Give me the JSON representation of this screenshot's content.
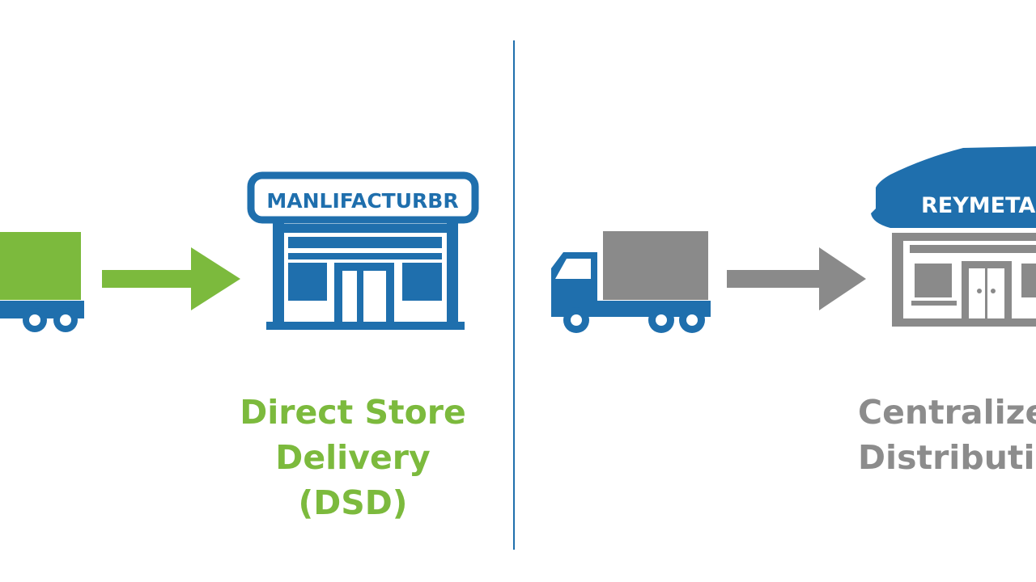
{
  "colors": {
    "green": "#7cba3d",
    "blue": "#1f6fad",
    "gray": "#8a8a8a",
    "label_gray": "#8c8c8c",
    "white": "#ffffff"
  },
  "left_panel": {
    "store_sign": "MANLIFACTURBR",
    "title_lines": [
      "Direct Store",
      "Delivery",
      "(DSD)"
    ]
  },
  "right_panel": {
    "store_sign": "REYMETAL",
    "title_lines": [
      "Centralized",
      "Distribution"
    ]
  }
}
